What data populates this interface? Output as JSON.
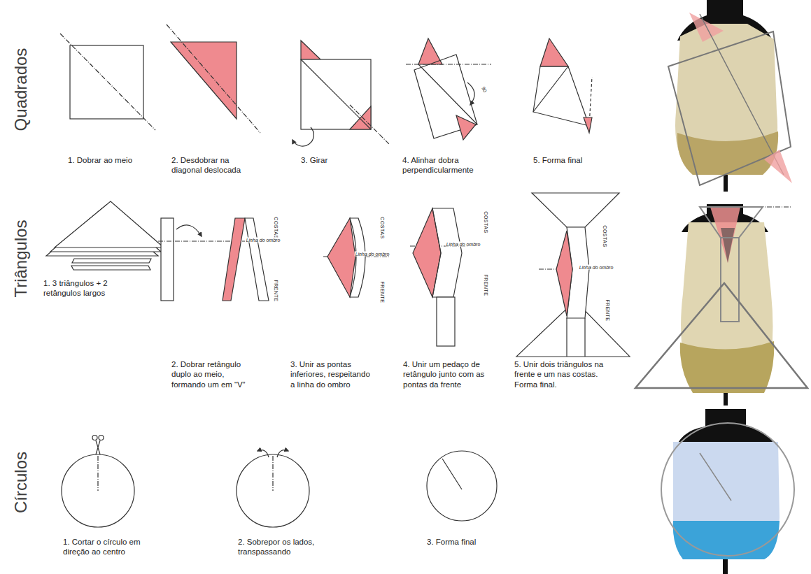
{
  "diagram": {
    "labels": [
      "Quadrados",
      "1. Dobrar ao meio",
      "2. Desdobrar na diagonal deslocada",
      "3. Girar",
      "90",
      "4. Alinhar dobra perpendicularmente",
      "5. Forma final",
      "Triângulos",
      "1. 3 triângulos + 2 retângulos largos",
      "COSTAS",
      "Linha do ombro",
      "FRENTE",
      "2. Dobrar retângulo duplo ao meio, formando um em “V”",
      "COSTAS",
      "Linha do ombro",
      "FRENTE",
      "3. Unir as pontas inferiores, respeitando a linha do ombro",
      "COSTAS",
      "Linha do ombro",
      "FRENTE",
      "4. Unir um pedaço de retângulo junto com as pontas da frente",
      "COSTAS",
      "Linha do ombro",
      "FRENTE",
      "5. Unir dois triângulos na frente e um nas costas. Forma final.",
      "Círculos",
      "1. Cortar o círculo em direção ao centro",
      "2. Sobrepor os lados, transpassando",
      "3. Forma final"
    ]
  }
}
